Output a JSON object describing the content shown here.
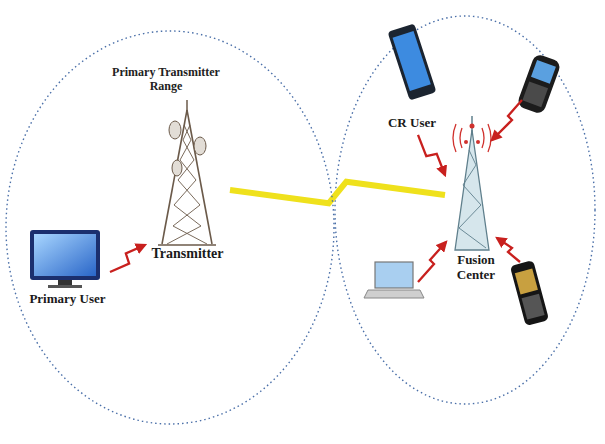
{
  "diagram": {
    "nodes": [
      {
        "text": [
          "Primary Transmitter Range"
        ]
      },
      {
        "text": [
          "Primary User"
        ],
        "in": 0
      },
      {
        "text": [
          "Transmitter"
        ],
        "in": 0
      },
      {
        "text": [
          "CR User"
        ]
      },
      {
        "text": [
          "Fusion Center"
        ]
      }
    ],
    "edges": [
      {
        "from": 1,
        "to": 2,
        "arrow": "to"
      },
      {
        "from": 2,
        "to": 4,
        "arrow": "none"
      },
      {
        "from": 3,
        "to": 4,
        "arrow": "to"
      }
    ]
  }
}
